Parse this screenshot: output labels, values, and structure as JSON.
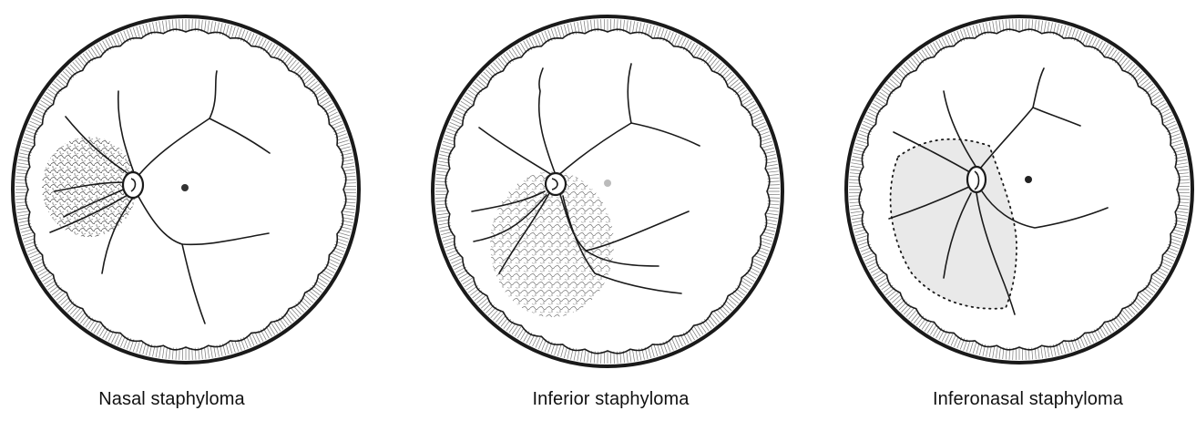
{
  "panels": [
    {
      "id": "nasal",
      "caption": "Nasal staphyloma"
    },
    {
      "id": "inferior",
      "caption": "Inferior staphyloma"
    },
    {
      "id": "inferonasal",
      "caption": "Inferonasal staphyloma"
    }
  ],
  "colors": {
    "ink": "#1a1a1a",
    "shade": "#e9e9e9",
    "background": "#ffffff"
  }
}
